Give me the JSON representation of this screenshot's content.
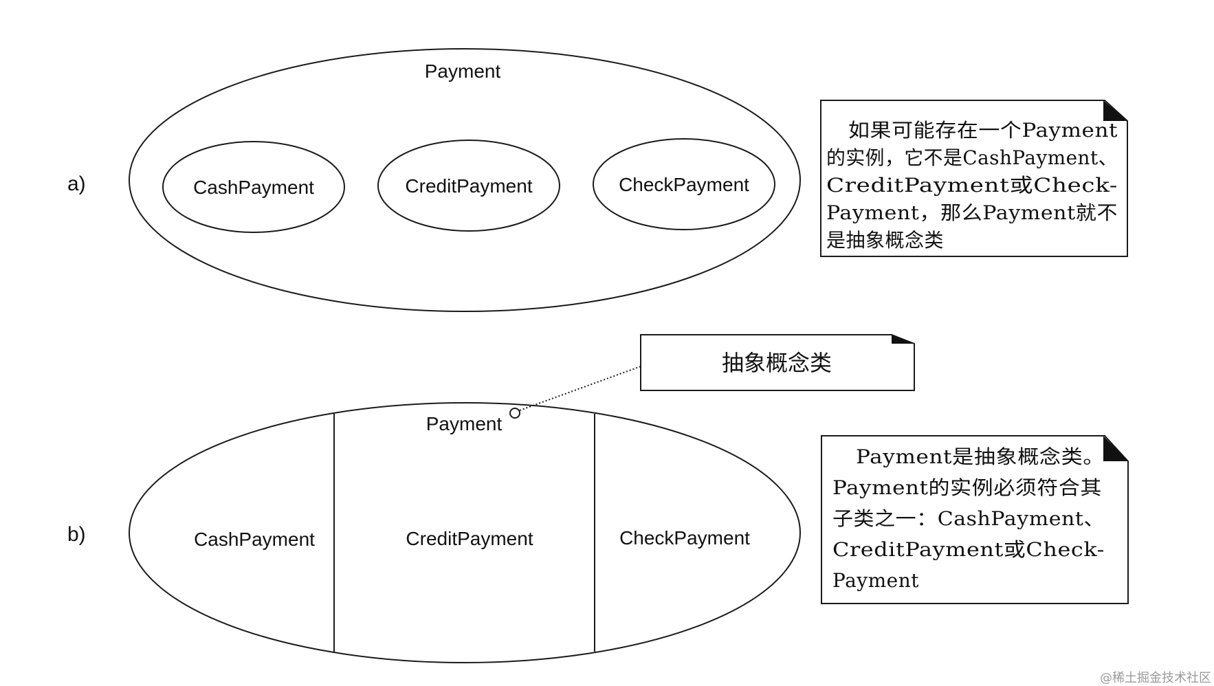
{
  "panel_a": {
    "label": "a)",
    "superclass": "Payment",
    "subclasses": [
      "CashPayment",
      "CreditPayment",
      "CheckPayment"
    ],
    "note_lines": [
      "如果可能存在一个Payment",
      "的实例，它不是CashPayment、",
      "CreditPayment或Check-",
      "Payment，那么Payment就不",
      "是抽象概念类"
    ]
  },
  "panel_b": {
    "label": "b)",
    "superclass": "Payment",
    "subclasses": [
      "CashPayment",
      "CreditPayment",
      "CheckPayment"
    ],
    "callout": "抽象概念类",
    "note_lines": [
      "Payment是抽象概念类。",
      "Payment的实例必须符合其",
      "子类之一：CashPayment、",
      "CreditPayment或Check-",
      "Payment"
    ]
  },
  "watermark": "@稀土掘金技术社区"
}
